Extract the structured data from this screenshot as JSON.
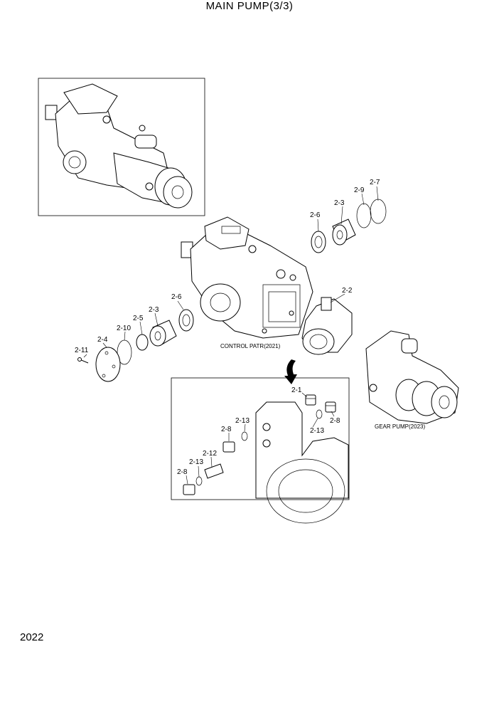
{
  "header": {
    "title": "MAIN PUMP(3/3)"
  },
  "footer": {
    "page_number": "2022"
  },
  "captions": {
    "control_part": "CONTROL PATR(2021)",
    "gear_pump": "GEAR PUMP(2023)"
  },
  "callouts": {
    "c_2_7": "2-7",
    "c_2_9": "2-9",
    "c_2_3_top": "2-3",
    "c_2_6_top": "2-6",
    "c_2_2": "2-2",
    "c_2_6": "2-6",
    "c_2_3": "2-3",
    "c_2_5": "2-5",
    "c_2_10": "2-10",
    "c_2_4": "2-4",
    "c_2_11": "2-11",
    "c_2_1": "2-1",
    "c_2_8_r": "2-8",
    "c_2_13_r": "2-13",
    "c_2_13_a": "2-13",
    "c_2_8_a": "2-8",
    "c_2_13_b": "2-13",
    "c_2_12": "2-12",
    "c_2_8_b": "2-8"
  }
}
